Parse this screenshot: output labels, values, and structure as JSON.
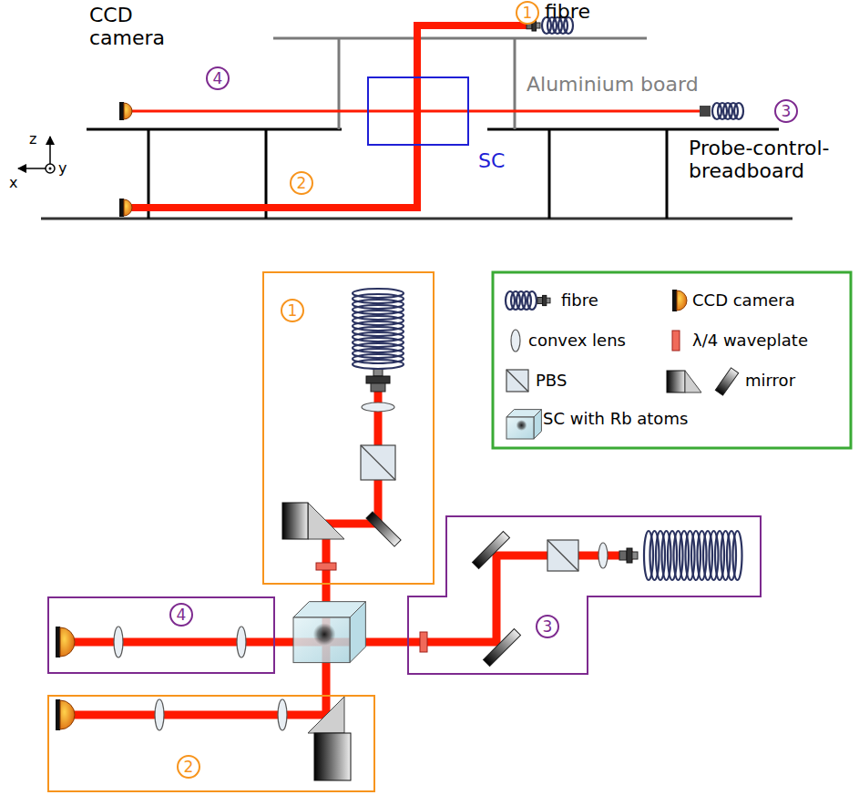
{
  "diagram": {
    "nodes": [
      {
        "text": [
          "SC"
        ]
      },
      {
        "text": [
          "1"
        ]
      },
      {
        "text": [
          "4"
        ]
      },
      {
        "text": [
          "3"
        ]
      },
      {
        "text": [
          "2"
        ]
      }
    ],
    "labels": [
      "1",
      "fibre",
      "CCD camera",
      "Aluminium board",
      "4",
      "3",
      "2",
      "Probe-control-breadboard",
      "z",
      "x",
      "y"
    ],
    "legend": [
      {
        "text": "fibre"
      },
      {
        "text": "CCD camera"
      },
      {
        "text": "convex lens"
      },
      {
        "text": "λ/4 waveplate"
      },
      {
        "text": "PBS"
      },
      {
        "text": "mirror"
      },
      {
        "text": "SC with Rb atoms"
      }
    ]
  }
}
